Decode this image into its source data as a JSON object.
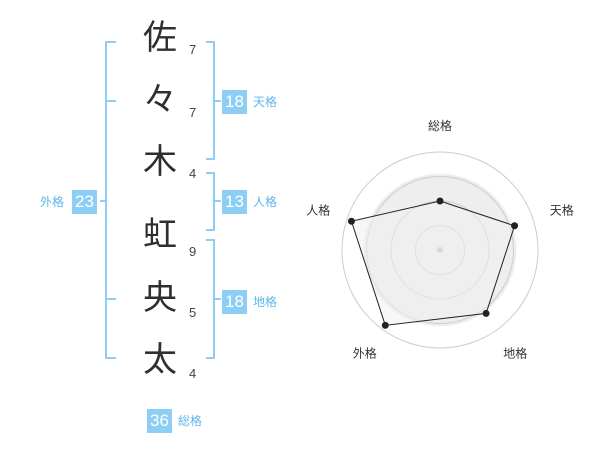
{
  "name": {
    "characters": [
      {
        "char": "佐",
        "strokes": "7"
      },
      {
        "char": "々",
        "strokes": "7"
      },
      {
        "char": "木",
        "strokes": "4"
      },
      {
        "char": "虹",
        "strokes": "9"
      },
      {
        "char": "央",
        "strokes": "5"
      },
      {
        "char": "太",
        "strokes": "4"
      }
    ]
  },
  "fortune": {
    "tenkaku": {
      "value": "18",
      "label": "天格"
    },
    "jinkaku": {
      "value": "13",
      "label": "人格"
    },
    "chikaku": {
      "value": "18",
      "label": "地格"
    },
    "gaikaku": {
      "value": "23",
      "label": "外格"
    },
    "soukaku": {
      "value": "36",
      "label": "総格"
    }
  },
  "chart_data": {
    "type": "radar",
    "axes": [
      "総格",
      "天格",
      "地格",
      "外格",
      "人格"
    ],
    "values": [
      0.5,
      0.8,
      0.8,
      0.95,
      0.95
    ],
    "max": 1,
    "rings": 4,
    "line_color": "#222222",
    "fill_color": "#eeeeee",
    "ring_color": "#cccccc",
    "accent_color": "#8dcff4"
  }
}
